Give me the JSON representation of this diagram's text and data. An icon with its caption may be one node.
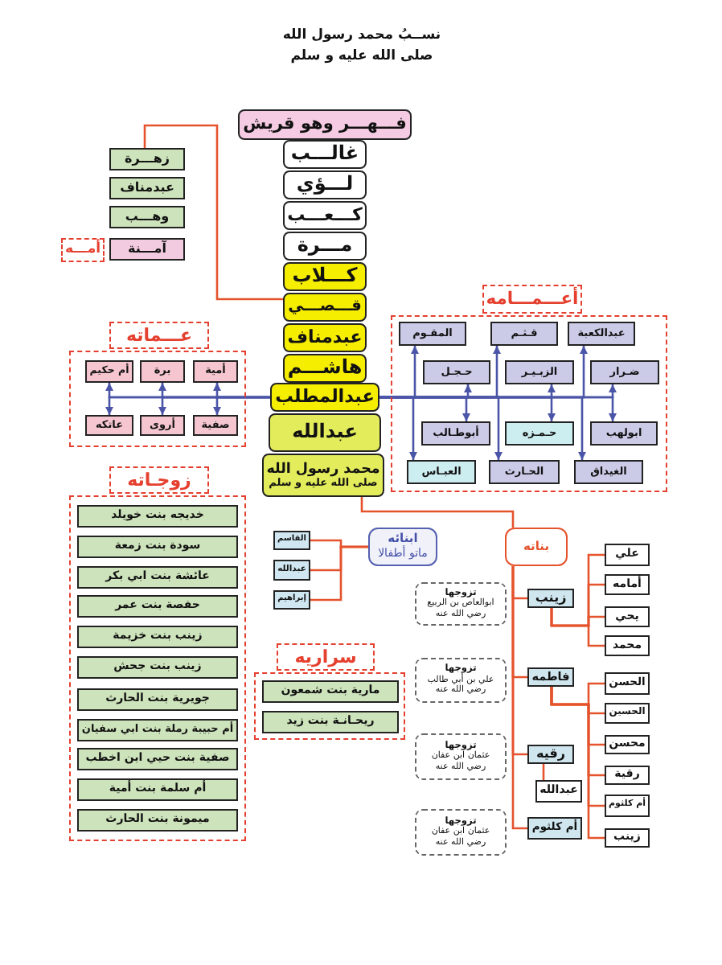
{
  "diagram": {
    "title": "نســبُ محمد رسول الله صلى الله عليه و سلم",
    "nodes": [
      {
        "text": [
          "فـــهـــر وهو قريش"
        ]
      },
      {
        "text": [
          "غالـــب"
        ]
      },
      {
        "text": [
          "لـــؤي"
        ]
      },
      {
        "text": [
          "كـــعـــب"
        ]
      },
      {
        "text": [
          "مـــرة"
        ]
      },
      {
        "text": [
          "كـــلاب"
        ]
      },
      {
        "text": [
          "قـــصـــي"
        ]
      },
      {
        "text": [
          "عبدمناف"
        ]
      },
      {
        "text": [
          "هاشـــم"
        ]
      },
      {
        "text": [
          "عبدالمطلب"
        ]
      },
      {
        "text": [
          "عبدالله"
        ]
      },
      {
        "text": [
          "محمد رسول الله",
          "صلى الله عليه و سلم"
        ]
      },
      {
        "text": [
          "زهـــرة"
        ]
      },
      {
        "text": [
          "عبدمناف"
        ]
      },
      {
        "text": [
          "وهـــب"
        ]
      },
      {
        "text": [
          "آمـــنة"
        ]
      },
      {
        "text": [
          "أمـــه"
        ]
      },
      {
        "text": [
          "عـــماته"
        ]
      },
      {
        "text": [
          "أمية"
        ],
        "in": 17
      },
      {
        "text": [
          "برة"
        ],
        "in": 17
      },
      {
        "text": [
          "أم حكيم"
        ],
        "in": 17
      },
      {
        "text": [
          "صفية"
        ],
        "in": 17
      },
      {
        "text": [
          "أروى"
        ],
        "in": 17
      },
      {
        "text": [
          "عاتكه"
        ],
        "in": 17
      },
      {
        "text": [
          "أعـــمـــامه"
        ]
      },
      {
        "text": [
          "عبدالكعبة"
        ],
        "in": 24
      },
      {
        "text": [
          "قـثـم"
        ],
        "in": 24
      },
      {
        "text": [
          "المقـوم"
        ],
        "in": 24
      },
      {
        "text": [
          "ضـرار"
        ],
        "in": 24
      },
      {
        "text": [
          "الزبـيـر"
        ],
        "in": 24
      },
      {
        "text": [
          "حـجـل"
        ],
        "in": 24
      },
      {
        "text": [
          "ابولهب"
        ],
        "in": 24
      },
      {
        "text": [
          "حـمـزه"
        ],
        "in": 24
      },
      {
        "text": [
          "أبوطـالب"
        ],
        "in": 24
      },
      {
        "text": [
          "الغيداق"
        ],
        "in": 24
      },
      {
        "text": [
          "الحـارث"
        ],
        "in": 24
      },
      {
        "text": [
          "العبـاس"
        ],
        "in": 24
      },
      {
        "text": [
          "ابنائه",
          "ماتو أطفالا"
        ]
      },
      {
        "text": [
          "القاسم"
        ]
      },
      {
        "text": [
          "عبدالله"
        ]
      },
      {
        "text": [
          "إبراهيم"
        ]
      },
      {
        "text": [
          "بناته"
        ]
      },
      {
        "text": [
          "زينب"
        ]
      },
      {
        "text": [
          "تزوجها",
          "ابوالعاص بن الربيع رضي الله عنه"
        ]
      },
      {
        "text": [
          "فاطمه"
        ]
      },
      {
        "text": [
          "تزوجها",
          "علي بن أبي طالب رضي الله عنه"
        ]
      },
      {
        "text": [
          "رقيه"
        ]
      },
      {
        "text": [
          "تزوجها",
          "عثمان ابن عفان رضي الله عنه"
        ]
      },
      {
        "text": [
          "أم كلثوم"
        ]
      },
      {
        "text": [
          "تزوجها",
          "عثمان ابن عفان رضي الله عنه"
        ]
      },
      {
        "text": [
          "علي"
        ]
      },
      {
        "text": [
          "أمامه"
        ]
      },
      {
        "text": [
          "يحي"
        ]
      },
      {
        "text": [
          "محمد"
        ]
      },
      {
        "text": [
          "الحسن"
        ]
      },
      {
        "text": [
          "الحسين"
        ]
      },
      {
        "text": [
          "محسن"
        ]
      },
      {
        "text": [
          "رقية"
        ]
      },
      {
        "text": [
          "أم كلثوم"
        ]
      },
      {
        "text": [
          "زينب"
        ]
      },
      {
        "text": [
          "عبدالله"
        ]
      },
      {
        "text": [
          "زوجـاته"
        ]
      },
      {
        "text": [
          "خديجه بنت خويلد"
        ],
        "in": 61
      },
      {
        "text": [
          "سودة بنت زمعة"
        ],
        "in": 61
      },
      {
        "text": [
          "عائشة بنت ابي بكر"
        ],
        "in": 61
      },
      {
        "text": [
          "حفصة بنت عمر"
        ],
        "in": 61
      },
      {
        "text": [
          "زينب بنت خزيمة"
        ],
        "in": 61
      },
      {
        "text": [
          "زينب بنت جحش"
        ],
        "in": 61
      },
      {
        "text": [
          "جويرية بنت الحارث"
        ],
        "in": 61
      },
      {
        "text": [
          "أم حبيبة رملة بنت ابي سفيان"
        ],
        "in": 61
      },
      {
        "text": [
          "صفية بنت حيي ابن اخطب"
        ],
        "in": 61
      },
      {
        "text": [
          "أم سلمة بنت أمية"
        ],
        "in": 61
      },
      {
        "text": [
          "ميمونة بنت الحارث"
        ],
        "in": 61
      },
      {
        "text": [
          "سراريه"
        ]
      },
      {
        "text": [
          "مارية بنت شمعون"
        ],
        "in": 73
      },
      {
        "text": [
          "ريحـانـة بنت زيد"
        ],
        "in": 73
      }
    ],
    "edges": [
      {
        "from": 6,
        "to": 12,
        "arrow": "none"
      },
      {
        "from": 9,
        "to": 18,
        "arrow": "to",
        "color": "#4b55a8"
      },
      {
        "from": 9,
        "to": 19,
        "arrow": "to",
        "color": "#4b55a8"
      },
      {
        "from": 9,
        "to": 20,
        "arrow": "to",
        "color": "#4b55a8"
      },
      {
        "from": 9,
        "to": 21,
        "arrow": "to",
        "color": "#4b55a8"
      },
      {
        "from": 9,
        "to": 22,
        "arrow": "to",
        "color": "#4b55a8"
      },
      {
        "from": 9,
        "to": 23,
        "arrow": "to",
        "color": "#4b55a8"
      },
      {
        "from": 9,
        "to": 25,
        "arrow": "to",
        "color": "#4b55a8"
      },
      {
        "from": 9,
        "to": 26,
        "arrow": "to",
        "color": "#4b55a8"
      },
      {
        "from": 9,
        "to": 27,
        "arrow": "to",
        "color": "#4b55a8"
      },
      {
        "from": 9,
        "to": 28,
        "arrow": "to",
        "color": "#4b55a8"
      },
      {
        "from": 9,
        "to": 29,
        "arrow": "to",
        "color": "#4b55a8"
      },
      {
        "from": 9,
        "to": 30,
        "arrow": "to",
        "color": "#4b55a8"
      },
      {
        "from": 9,
        "to": 31,
        "arrow": "to",
        "color": "#4b55a8"
      },
      {
        "from": 9,
        "to": 32,
        "arrow": "to",
        "color": "#4b55a8"
      },
      {
        "from": 9,
        "to": 33,
        "arrow": "to",
        "color": "#4b55a8"
      },
      {
        "from": 9,
        "to": 34,
        "arrow": "to",
        "color": "#4b55a8"
      },
      {
        "from": 9,
        "to": 35,
        "arrow": "to",
        "color": "#4b55a8"
      },
      {
        "from": 9,
        "to": 36,
        "arrow": "to",
        "color": "#4b55a8"
      },
      {
        "from": 11,
        "to": 41,
        "arrow": "none"
      },
      {
        "from": 37,
        "to": 38,
        "arrow": "none"
      },
      {
        "from": 37,
        "to": 39,
        "arrow": "none"
      },
      {
        "from": 37,
        "to": 40,
        "arrow": "none"
      },
      {
        "from": 41,
        "to": 42,
        "arrow": "none"
      },
      {
        "from": 41,
        "to": 44,
        "arrow": "none"
      },
      {
        "from": 41,
        "to": 46,
        "arrow": "none"
      },
      {
        "from": 41,
        "to": 48,
        "arrow": "none"
      },
      {
        "from": 42,
        "to": 50,
        "arrow": "none"
      },
      {
        "from": 42,
        "to": 51,
        "arrow": "none"
      },
      {
        "from": 42,
        "to": 52,
        "arrow": "none"
      },
      {
        "from": 42,
        "to": 53,
        "arrow": "none"
      },
      {
        "from": 44,
        "to": 54,
        "arrow": "none"
      },
      {
        "from": 44,
        "to": 55,
        "arrow": "none"
      },
      {
        "from": 44,
        "to": 56,
        "arrow": "none"
      },
      {
        "from": 44,
        "to": 57,
        "arrow": "none"
      },
      {
        "from": 44,
        "to": 58,
        "arrow": "none"
      },
      {
        "from": 44,
        "to": 59,
        "arrow": "none"
      },
      {
        "from": 46,
        "to": 60,
        "arrow": "none"
      }
    ]
  }
}
